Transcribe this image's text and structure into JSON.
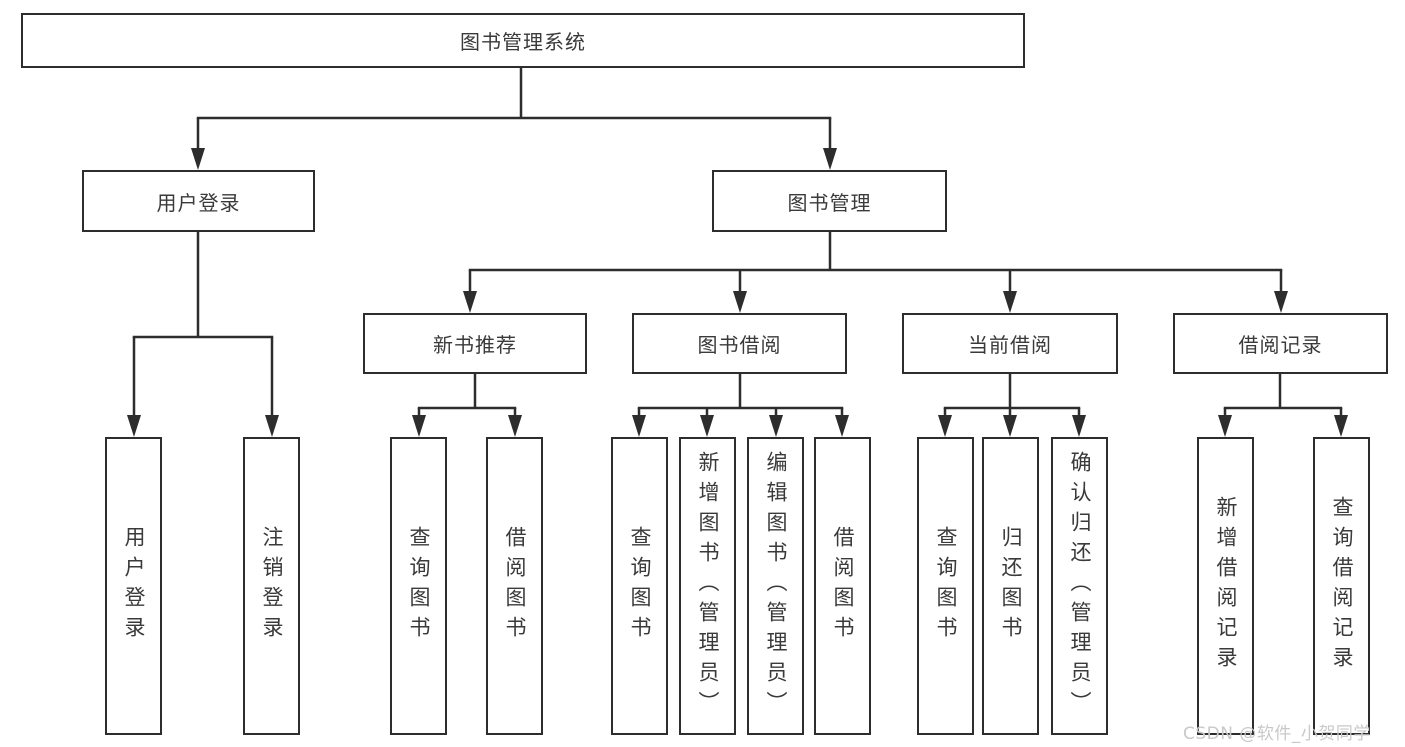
{
  "tree": {
    "label": "图书管理系统",
    "children": [
      {
        "label": "用户登录",
        "children": [
          {
            "label": "用户登录"
          },
          {
            "label": "注销登录"
          }
        ]
      },
      {
        "label": "图书管理",
        "children": [
          {
            "label": "新书推荐",
            "children": [
              {
                "label": "查询图书"
              },
              {
                "label": "借阅图书"
              }
            ]
          },
          {
            "label": "图书借阅",
            "children": [
              {
                "label": "查询图书"
              },
              {
                "label": "新增图书（管理员）"
              },
              {
                "label": "编辑图书（管理员）"
              },
              {
                "label": "借阅图书"
              }
            ]
          },
          {
            "label": "当前借阅",
            "children": [
              {
                "label": "查询图书"
              },
              {
                "label": "归还图书"
              },
              {
                "label": "确认归还（管理员）"
              }
            ]
          },
          {
            "label": "借阅记录",
            "children": [
              {
                "label": "新增借阅记录"
              },
              {
                "label": "查询借阅记录"
              }
            ]
          }
        ]
      }
    ]
  },
  "watermark": {
    "text": "CSDN @软件_小贺同学"
  },
  "colors": {
    "line": "#2d2d2d",
    "text": "#3a3a3a",
    "watermark": "#c9c9c9",
    "background": "#ffffff"
  }
}
